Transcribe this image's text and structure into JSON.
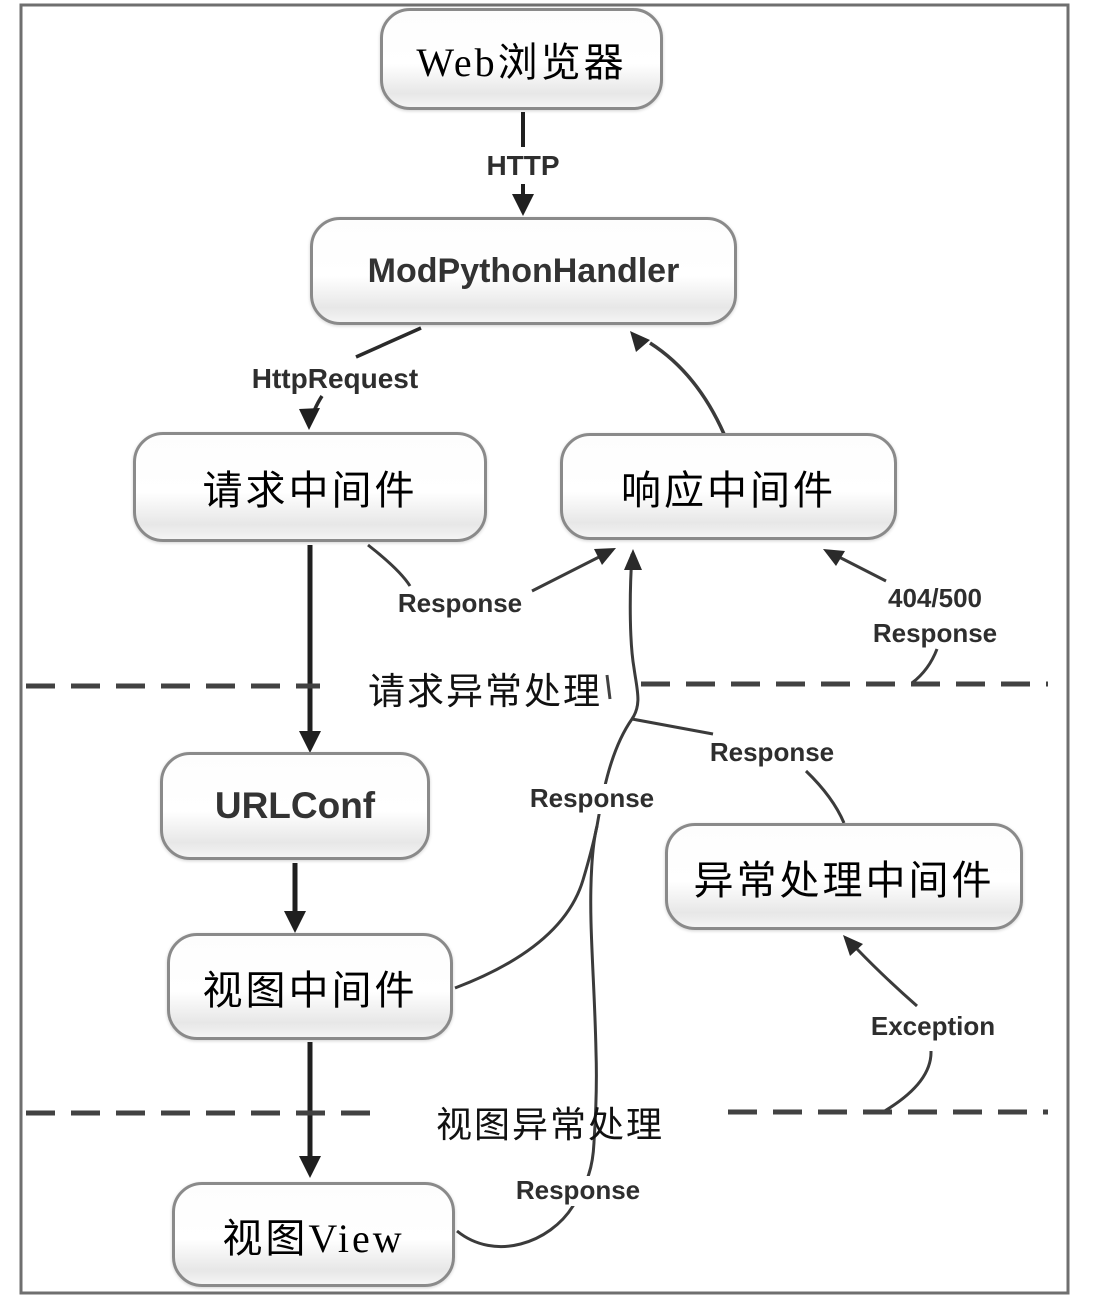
{
  "diagram": {
    "nodes": {
      "web_browser": "Web浏览器",
      "mod_python_handler": "ModPythonHandler",
      "request_middleware": "请求中间件",
      "response_middleware": "响应中间件",
      "urlconf": "URLConf",
      "view_middleware": "视图中间件",
      "exception_middleware": "异常处理中间件",
      "view": "视图View"
    },
    "edge_labels": {
      "http": "HTTP",
      "http_request": "HttpRequest",
      "response_from_request_middleware": "Response",
      "response_trunk": "Response",
      "response_from_exception_middleware": "Response",
      "response_404_500_line1": "404/500",
      "response_404_500_line2": "Response",
      "response_from_view": "Response",
      "exception": "Exception"
    },
    "boundaries": {
      "request_exception_handling": "请求异常处理",
      "view_exception_handling": "视图异常处理"
    },
    "colors": {
      "arrow": "#1f1f1f",
      "curve": "#3b3b3b",
      "dash": "#424242",
      "box_border": "#8a8a8a",
      "frame": "#6f6f6f"
    }
  }
}
